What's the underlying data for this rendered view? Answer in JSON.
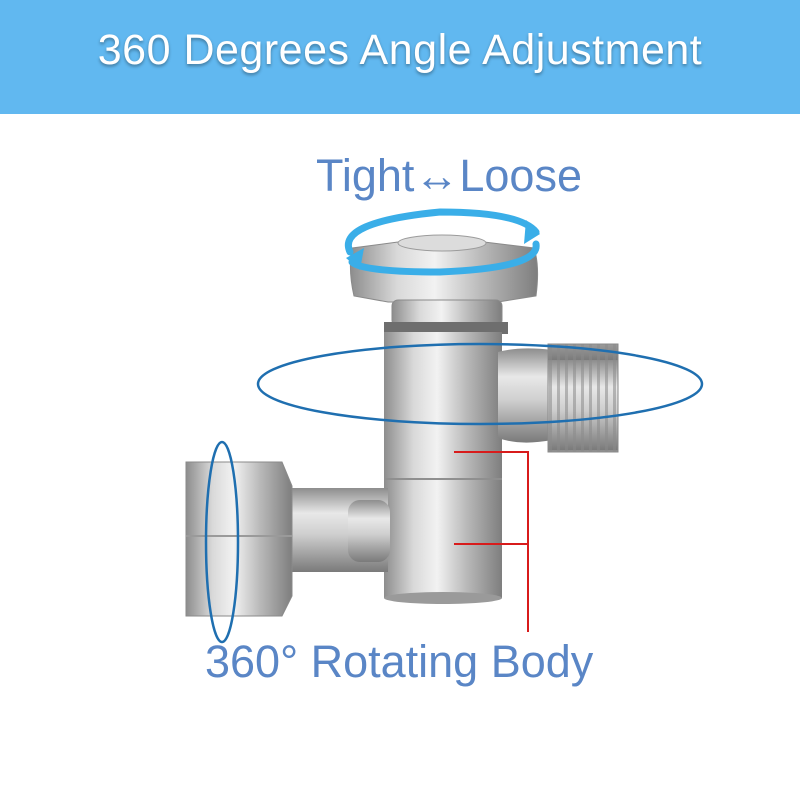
{
  "banner": {
    "title": "360 Degrees Angle Adjustment"
  },
  "labels": {
    "top": "Tight↔Loose",
    "bottom": "360° Rotating Body"
  },
  "colors": {
    "banner": "#61b8f0",
    "label_text": "#5a86c6",
    "rotation_arrow": "#3aaee8",
    "ring_outline": "#1f6fb0",
    "callout_line": "#d81b1b",
    "metal_light": "#e6e6e6",
    "metal_dark": "#8a8a8a"
  },
  "icons": [
    "rotation-arrows-icon",
    "rotation-ring-icon",
    "callout-line-icon"
  ]
}
